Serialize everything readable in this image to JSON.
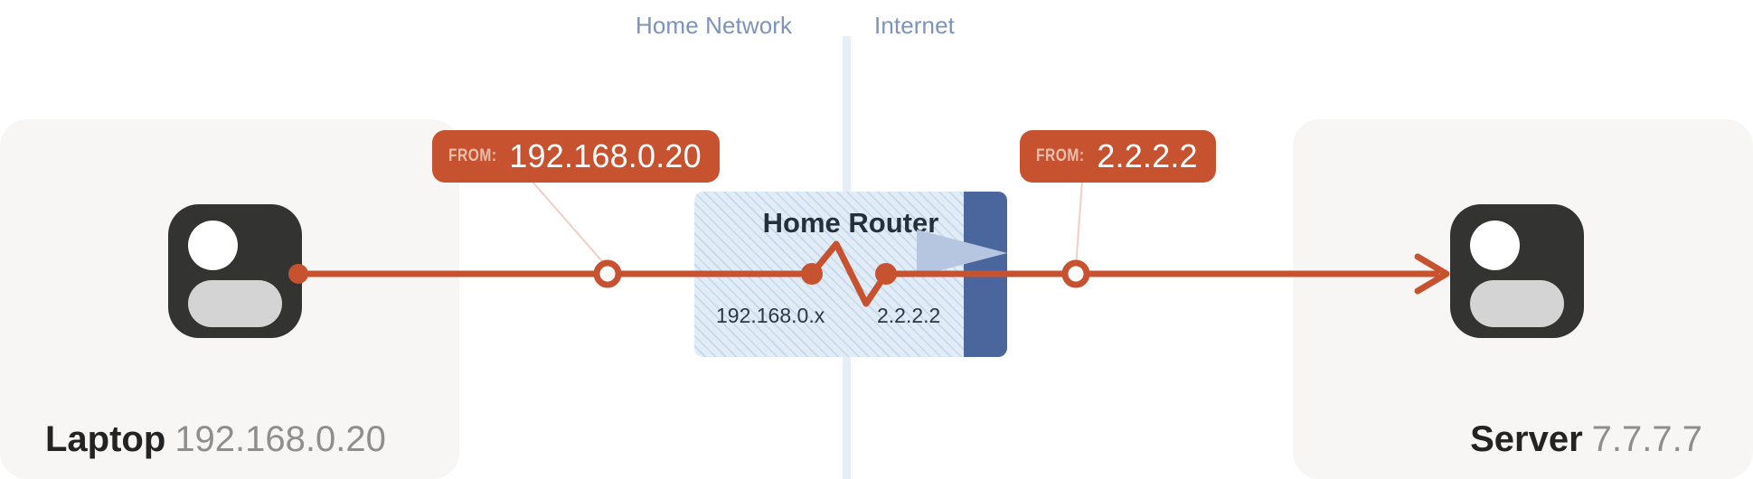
{
  "zones": {
    "home": "Home Network",
    "internet": "Internet"
  },
  "endpoints": [
    {
      "id": "laptop",
      "name": "Laptop",
      "ip": "192.168.0.20"
    },
    {
      "id": "server",
      "name": "Server",
      "ip": "7.7.7.7"
    }
  ],
  "router": {
    "title": "Home Router",
    "lan_ip": "192.168.0.x",
    "wan_ip": "2.2.2.2"
  },
  "badges": [
    {
      "id": "lan",
      "key": "FROM:",
      "value": "192.168.0.20"
    },
    {
      "id": "wan",
      "key": "FROM:",
      "value": "2.2.2.2"
    }
  ],
  "colors": {
    "packet": "#c6522f",
    "zone_label": "#7e93b8",
    "card_bg": "#f7f6f4",
    "device": "#333331",
    "gateway": "#4a669d",
    "router_panel": "#e2ecf6",
    "divider": "#e8eef6"
  }
}
